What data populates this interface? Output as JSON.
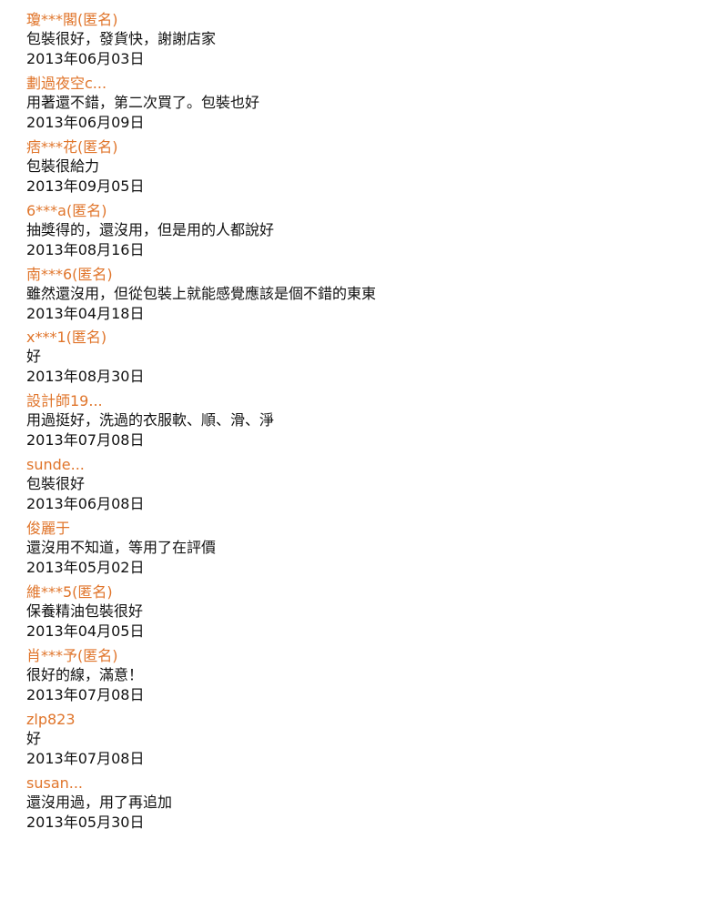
{
  "reviews": [
    {
      "reviewer": "瓊***閣(匿名)",
      "comment": "包裝很好，發貨快，謝謝店家",
      "date": "2013年06月03日"
    },
    {
      "reviewer": "劃過夜空c...",
      "comment": "用著還不錯，第二次買了。包裝也好",
      "date": "2013年06月09日"
    },
    {
      "reviewer": "痞***花(匿名)",
      "comment": "包裝很給力",
      "date": "2013年09月05日"
    },
    {
      "reviewer": "6***a(匿名)",
      "comment": "抽獎得的，還沒用，但是用的人都說好",
      "date": "2013年08月16日"
    },
    {
      "reviewer": "南***6(匿名)",
      "comment": "雖然還沒用，但從包裝上就能感覺應該是個不錯的東東",
      "date": "2013年04月18日"
    },
    {
      "reviewer": "x***1(匿名)",
      "comment": "好",
      "date": "2013年08月30日"
    },
    {
      "reviewer": "設計師19...",
      "comment": "用過挺好，洗過的衣服軟、順、滑、淨",
      "date": "2013年07月08日"
    },
    {
      "reviewer": "sunde...",
      "comment": "包裝很好",
      "date": "2013年06月08日"
    },
    {
      "reviewer": "俊麗于",
      "comment": "還沒用不知道，等用了在評價",
      "date": "2013年05月02日"
    },
    {
      "reviewer": "維***5(匿名)",
      "comment": "保養精油包裝很好",
      "date": "2013年04月05日"
    },
    {
      "reviewer": "肖***予(匿名)",
      "comment": "很好的線，滿意！",
      "date": "2013年07月08日"
    },
    {
      "reviewer": "zlp823",
      "comment": "好",
      "date": "2013年07月08日"
    },
    {
      "reviewer": "susan...",
      "comment": "還沒用過，用了再追加",
      "date": "2013年05月30日"
    }
  ]
}
